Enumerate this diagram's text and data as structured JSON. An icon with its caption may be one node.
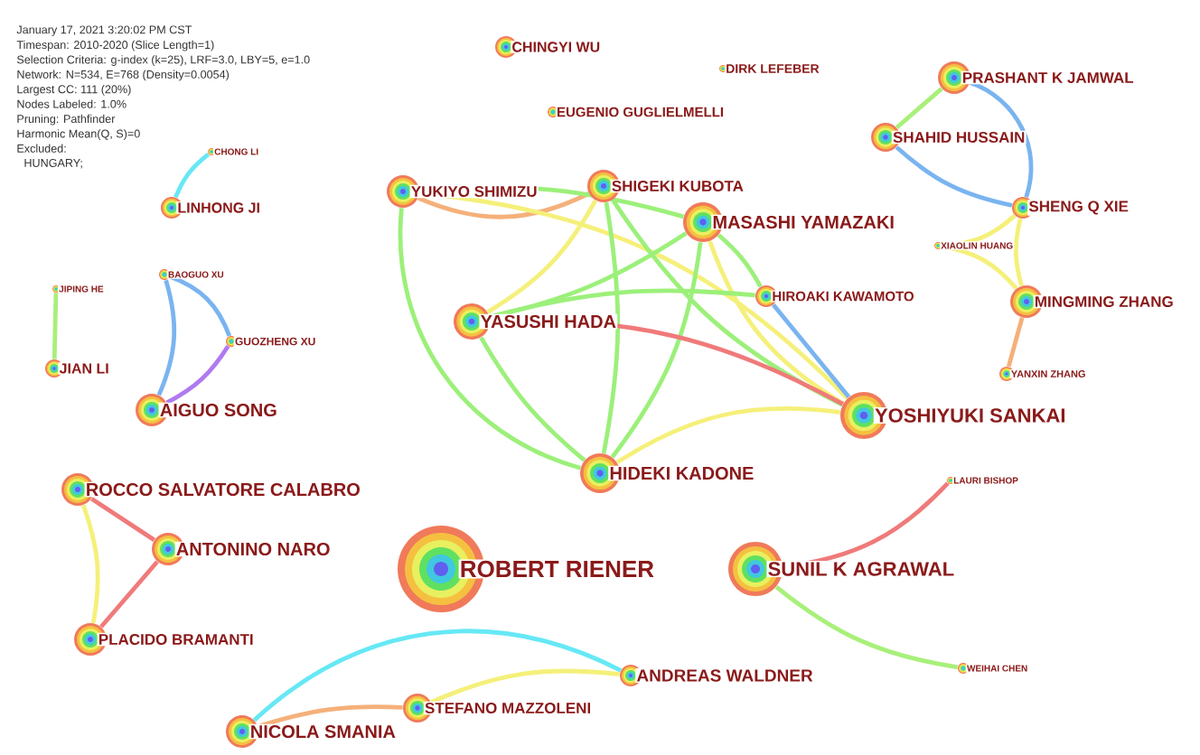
{
  "diagram": {
    "nodes": [
      {
        "text": [
          "CHONG LI"
        ]
      },
      {
        "text": [
          "LINHONG JI"
        ]
      },
      {
        "text": [
          "JIPING HE"
        ]
      },
      {
        "text": [
          "BAOGUO XU"
        ]
      },
      {
        "text": [
          "GUOZHENG XU"
        ]
      },
      {
        "text": [
          "JIAN LI"
        ]
      },
      {
        "text": [
          "AIGUO SONG"
        ]
      },
      {
        "text": [
          "CHINGYI WU"
        ]
      },
      {
        "text": [
          "DIRK LEFEBER"
        ]
      },
      {
        "text": [
          "EUGENIO GUGLIELMELLI"
        ]
      },
      {
        "text": [
          "YUKIYO SHIMIZU"
        ]
      },
      {
        "text": [
          "SHIGEKI KUBOTA"
        ]
      },
      {
        "text": [
          "MASASHI YAMAZAKI"
        ]
      },
      {
        "text": [
          "PRASHANT K JAMWAL"
        ]
      },
      {
        "text": [
          "SHAHID HUSSAIN"
        ]
      },
      {
        "text": [
          "SHENG Q XIE"
        ]
      },
      {
        "text": [
          "XIAOLIN HUANG"
        ]
      },
      {
        "text": [
          "HIROAKI KAWAMOTO"
        ]
      },
      {
        "text": [
          "YASUSHI HADA"
        ]
      },
      {
        "text": [
          "MINGMING ZHANG"
        ]
      },
      {
        "text": [
          "YANXIN ZHANG"
        ]
      },
      {
        "text": [
          "YOSHIYUKI SANKAI"
        ]
      },
      {
        "text": [
          "HIDEKI KADONE"
        ]
      },
      {
        "text": [
          "ROCCO SALVATORE CALABRO"
        ]
      },
      {
        "text": [
          "LAURI BISHOP"
        ]
      },
      {
        "text": [
          "ANTONINO NARO"
        ]
      },
      {
        "text": [
          "ROBERT RIENER"
        ]
      },
      {
        "text": [
          "SUNIL K AGRAWAL"
        ]
      },
      {
        "text": [
          "PLACIDO BRAMANTI"
        ]
      },
      {
        "text": [
          "ANDREAS WALDNER"
        ]
      },
      {
        "text": [
          "WEIHAI CHEN"
        ]
      },
      {
        "text": [
          "STEFANO MAZZOLENI"
        ]
      },
      {
        "text": [
          "NICOLA SMANIA"
        ]
      }
    ],
    "edges": [
      {
        "from": 0,
        "to": 1,
        "arrow": "none",
        "color": "#66e8f5"
      },
      {
        "from": 2,
        "to": 5,
        "arrow": "none",
        "color": "#a8f07a"
      },
      {
        "from": 3,
        "to": 6,
        "arrow": "none",
        "color": "#7ab4f0"
      },
      {
        "from": 3,
        "to": 4,
        "arrow": "none",
        "color": "#7ab4f0"
      },
      {
        "from": 4,
        "to": 6,
        "arrow": "none",
        "color": "#b07af0"
      },
      {
        "from": 13,
        "to": 14,
        "arrow": "none",
        "color": "#a8f07a"
      },
      {
        "from": 13,
        "to": 15,
        "arrow": "none",
        "color": "#7ab4f0"
      },
      {
        "from": 14,
        "to": 15,
        "arrow": "none",
        "color": "#7ab4f0"
      },
      {
        "from": 15,
        "to": 16,
        "arrow": "none",
        "color": "#f5f07a"
      },
      {
        "from": 15,
        "to": 19,
        "arrow": "none",
        "color": "#f5f07a"
      },
      {
        "from": 16,
        "to": 19,
        "arrow": "none",
        "color": "#f5f07a"
      },
      {
        "from": 19,
        "to": 20,
        "arrow": "none",
        "color": "#f5b07a"
      },
      {
        "from": 10,
        "to": 11,
        "arrow": "none",
        "color": "#f5b07a"
      },
      {
        "from": 10,
        "to": 12,
        "arrow": "none",
        "color": "#9cf07a"
      },
      {
        "from": 10,
        "to": 22,
        "arrow": "none",
        "color": "#9cf07a"
      },
      {
        "from": 10,
        "to": 21,
        "arrow": "none",
        "color": "#f5f07a"
      },
      {
        "from": 11,
        "to": 18,
        "arrow": "none",
        "color": "#f5f07a"
      },
      {
        "from": 11,
        "to": 22,
        "arrow": "none",
        "color": "#9cf07a"
      },
      {
        "from": 11,
        "to": 21,
        "arrow": "none",
        "color": "#9cf07a"
      },
      {
        "from": 12,
        "to": 18,
        "arrow": "none",
        "color": "#9cf07a"
      },
      {
        "from": 12,
        "to": 22,
        "arrow": "none",
        "color": "#9cf07a"
      },
      {
        "from": 12,
        "to": 21,
        "arrow": "none",
        "color": "#f5f07a"
      },
      {
        "from": 12,
        "to": 17,
        "arrow": "none",
        "color": "#9cf07a"
      },
      {
        "from": 18,
        "to": 17,
        "arrow": "none",
        "color": "#9cf07a"
      },
      {
        "from": 18,
        "to": 21,
        "arrow": "none",
        "color": "#f07a7a"
      },
      {
        "from": 18,
        "to": 22,
        "arrow": "none",
        "color": "#9cf07a"
      },
      {
        "from": 17,
        "to": 21,
        "arrow": "none",
        "color": "#7ab4f0"
      },
      {
        "from": 22,
        "to": 21,
        "arrow": "none",
        "color": "#f5f07a"
      },
      {
        "from": 23,
        "to": 25,
        "arrow": "none",
        "color": "#f07a7a"
      },
      {
        "from": 23,
        "to": 28,
        "arrow": "none",
        "color": "#f5f07a"
      },
      {
        "from": 25,
        "to": 28,
        "arrow": "none",
        "color": "#f07a7a"
      },
      {
        "from": 27,
        "to": 24,
        "arrow": "none",
        "color": "#f07a7a"
      },
      {
        "from": 27,
        "to": 30,
        "arrow": "none",
        "color": "#a8f07a"
      },
      {
        "from": 32,
        "to": 29,
        "arrow": "none",
        "color": "#66e8f5"
      },
      {
        "from": 31,
        "to": 29,
        "arrow": "none",
        "color": "#f5f07a"
      },
      {
        "from": 32,
        "to": 31,
        "arrow": "none",
        "color": "#f5b07a"
      }
    ],
    "labels": [
      "January 17, 2021 3:20:02 PM CST",
      "Timespan: 2010-2020 (Slice Length=1)",
      "Selection Criteria: g-index (k=25), LRF=3.0, LBY=5, e=1.0",
      "Network: N=534, E=768 (Density=0.0054)",
      "Largest CC: 111 (20%)",
      "Nodes Labeled: 1.0%",
      "Pruning: Pathfinder",
      "Harmonic Mean(Q, S)=0",
      "Excluded:",
      "HUNGARY;"
    ]
  }
}
